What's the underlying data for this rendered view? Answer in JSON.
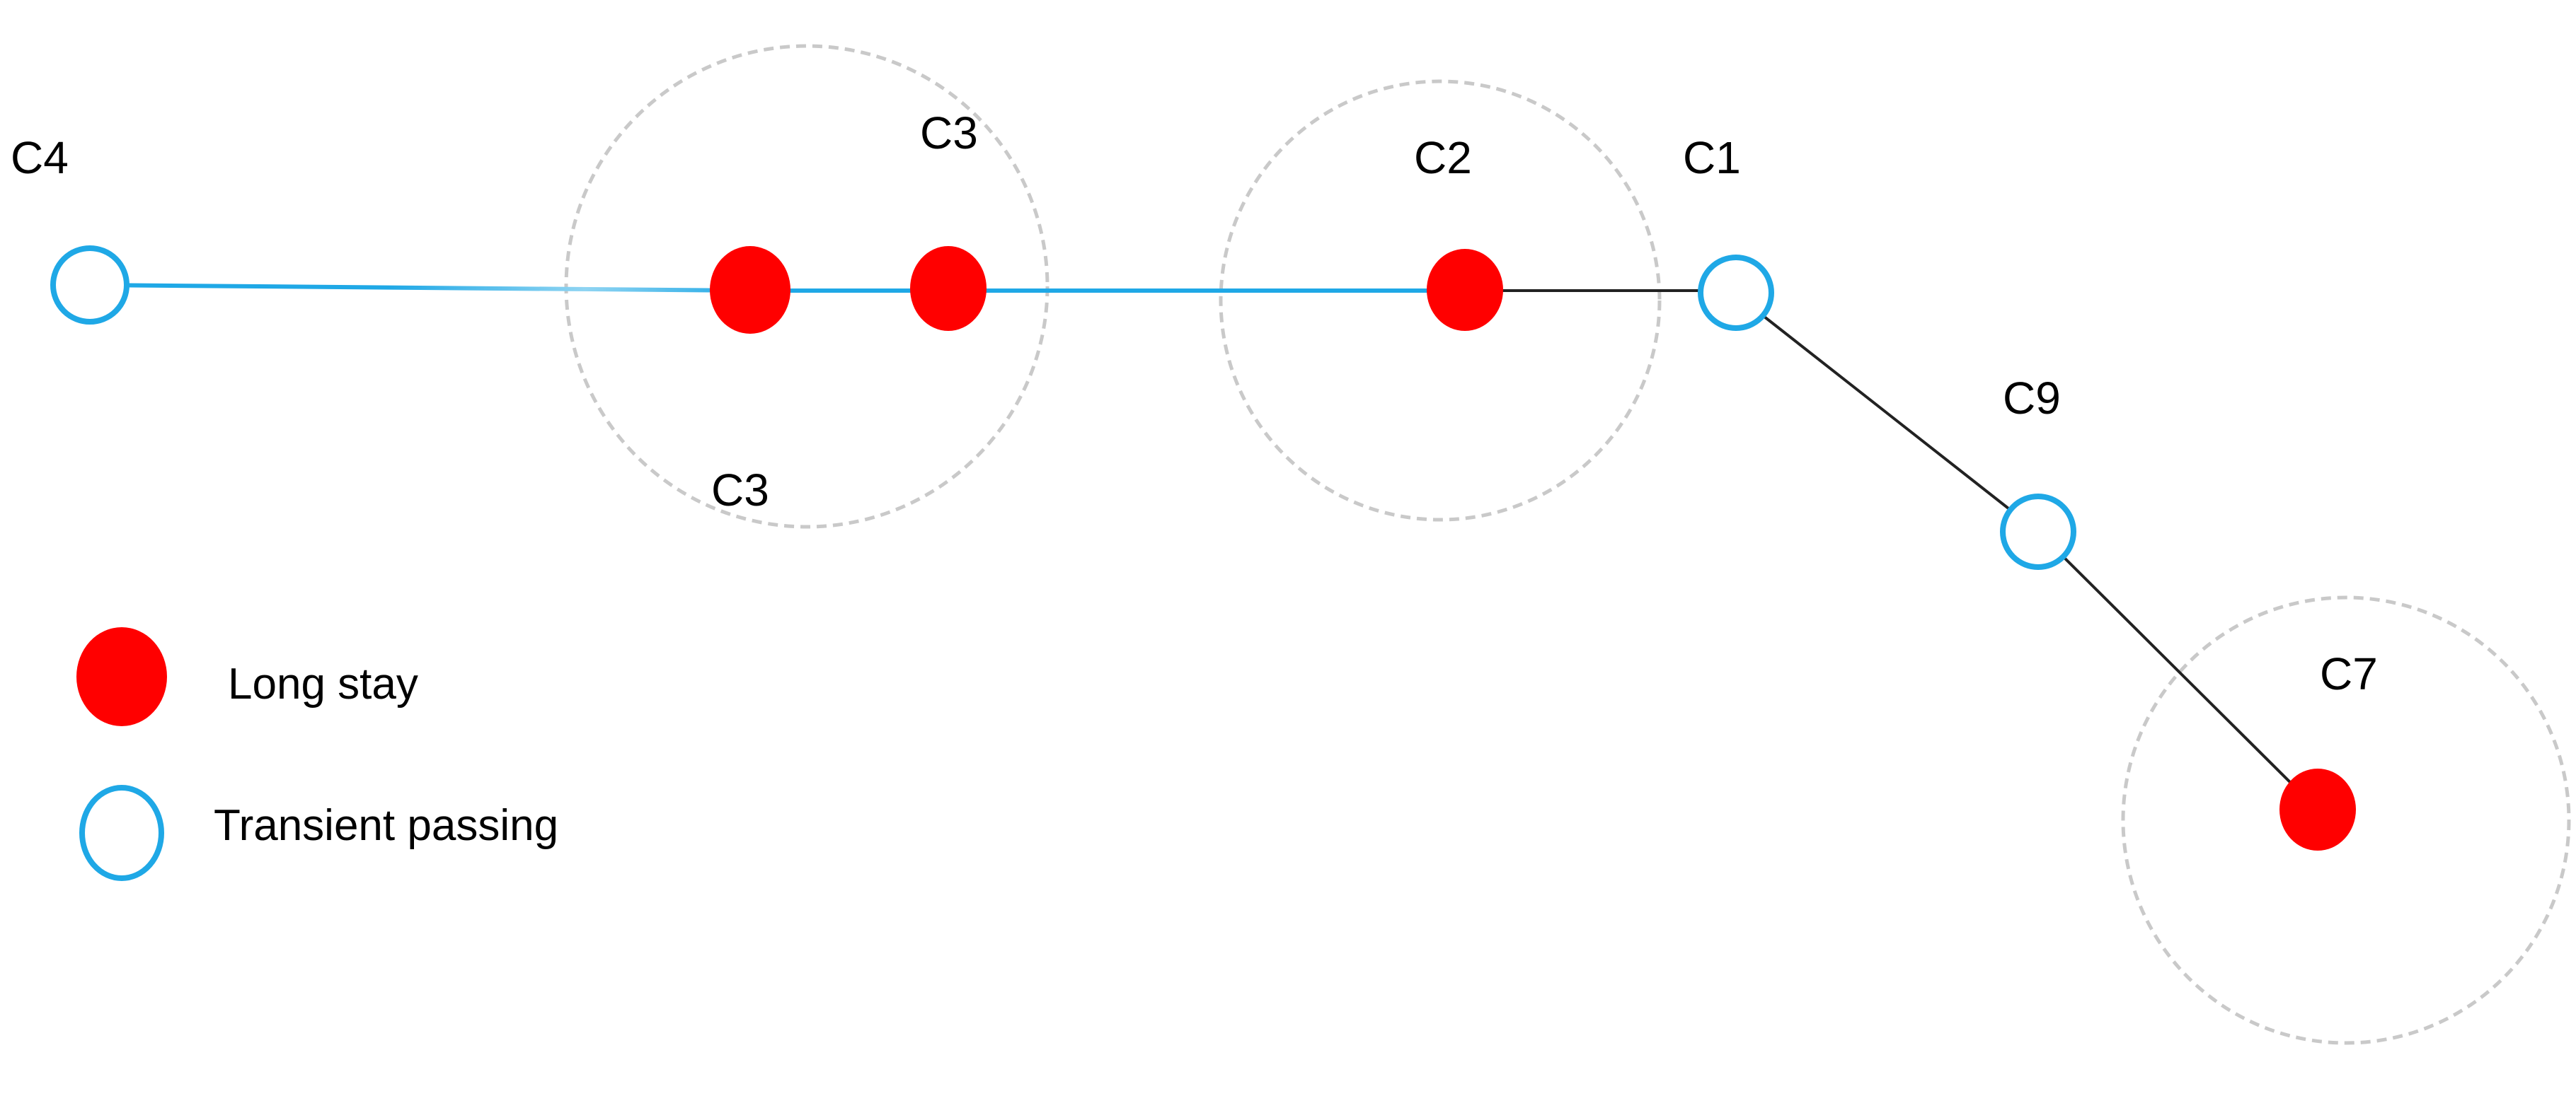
{
  "colors": {
    "long_stay_fill": "#ff0000",
    "transient_stroke": "#1fa8e6",
    "path_blue": "#1fa8e6",
    "path_black": "#222222",
    "cluster_ring": "#c9c9c9"
  },
  "nodes": {
    "c4": {
      "label": "C4",
      "kind": "transient"
    },
    "c3_upper": {
      "label": "C3",
      "kind": "long-stay"
    },
    "c3_lower": {
      "label": "C3",
      "kind": "long-stay"
    },
    "c2": {
      "label": "C2",
      "kind": "long-stay"
    },
    "c1": {
      "label": "C1",
      "kind": "transient"
    },
    "c9": {
      "label": "C9",
      "kind": "transient"
    },
    "c7": {
      "label": "C7",
      "kind": "long-stay"
    }
  },
  "legend": {
    "long_stay": "Long stay",
    "transient": "Transient passing"
  }
}
